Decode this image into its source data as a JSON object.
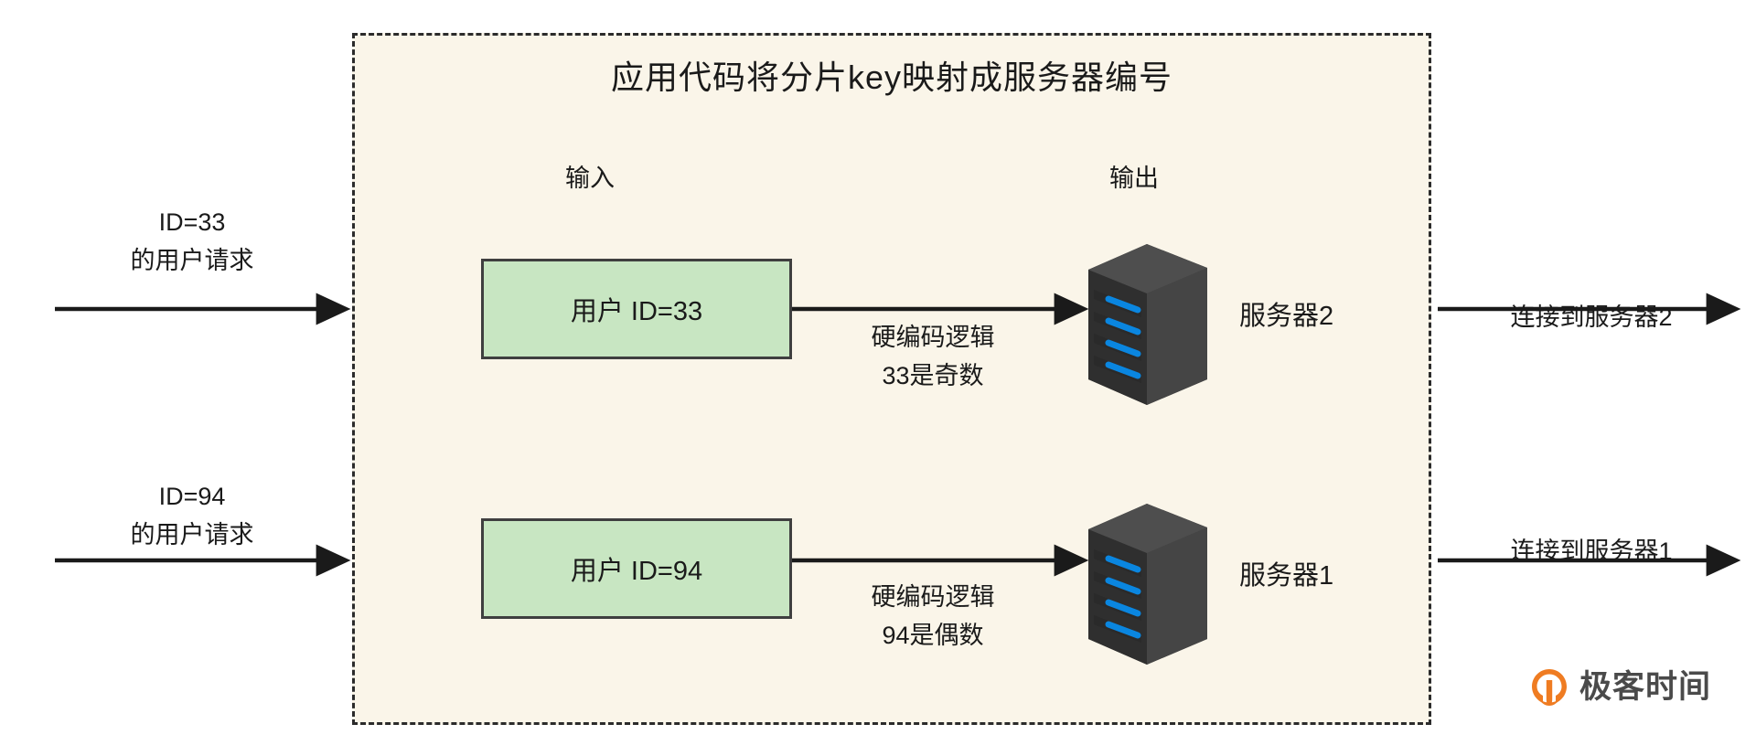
{
  "diagram": {
    "title": "应用代码将分片key映射成服务器编号",
    "column_labels": {
      "input": "输入",
      "output": "输出"
    },
    "incoming_requests": [
      {
        "line1": "ID=33",
        "line2": "的用户请求"
      },
      {
        "line1": "ID=94",
        "line2": "的用户请求"
      }
    ],
    "input_boxes": [
      {
        "label": "用户 ID=33"
      },
      {
        "label": "用户 ID=94"
      }
    ],
    "mapping_labels": [
      {
        "line1": "硬编码逻辑",
        "line2": "33是奇数"
      },
      {
        "line1": "硬编码逻辑",
        "line2": "94是偶数"
      }
    ],
    "servers": [
      {
        "name": "服务器2",
        "icon": "server-tower-icon"
      },
      {
        "name": "服务器1",
        "icon": "server-tower-icon"
      }
    ],
    "outgoing_labels": [
      "连接到服务器2",
      "连接到服务器1"
    ],
    "colors": {
      "region_bg": "#faf5e9",
      "region_border": "#2b2b2b",
      "box_fill": "#c8e6c2",
      "box_border": "#3f3f3f",
      "arrow": "#1a1a1a",
      "server_body": "#3a3a3a",
      "server_led": "#0a86e0",
      "logo_orange": "#ef7c22",
      "logo_text": "#4a4a4a"
    }
  },
  "branding": {
    "logo_text": "极客时间",
    "logo_mark": "geekbang-q-icon"
  }
}
